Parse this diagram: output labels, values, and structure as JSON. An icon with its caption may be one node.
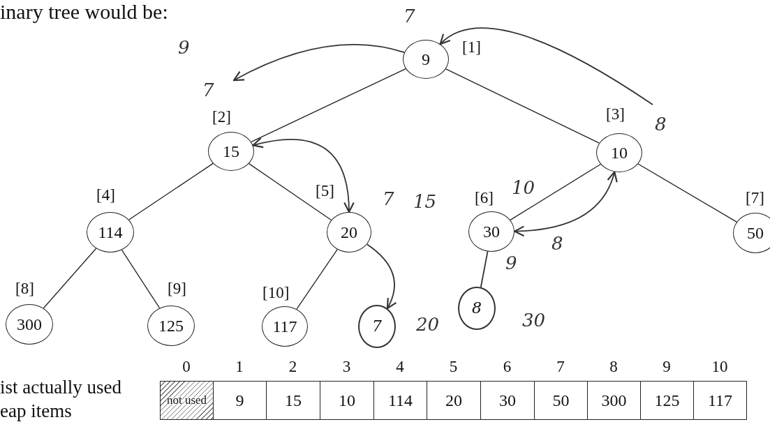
{
  "diagram": {
    "nodes": [
      {
        "text": [
          "9"
        ],
        "beside": [
          "[1]"
        ]
      },
      {
        "text": [
          "15"
        ],
        "beside": [
          "[2]"
        ]
      },
      {
        "text": [
          "10"
        ],
        "beside": [
          "[3]"
        ]
      },
      {
        "text": [
          "114"
        ],
        "beside": [
          "[4]"
        ]
      },
      {
        "text": [
          "20"
        ],
        "beside": [
          "[5]"
        ]
      },
      {
        "text": [
          "30"
        ],
        "beside": [
          "[6]"
        ]
      },
      {
        "text": [
          "50"
        ],
        "beside": [
          "[7]"
        ]
      },
      {
        "text": [
          "300"
        ],
        "beside": [
          "[8]"
        ]
      },
      {
        "text": [
          "125"
        ],
        "beside": [
          "[9]"
        ]
      },
      {
        "text": [
          "117"
        ],
        "beside": [
          "[10]"
        ]
      },
      {
        "text": [
          "7"
        ]
      },
      {
        "text": [
          "8"
        ]
      }
    ],
    "edges": [
      {
        "from": 0,
        "to": 1,
        "arrow": "none"
      },
      {
        "from": 0,
        "to": 2,
        "arrow": "none"
      },
      {
        "from": 1,
        "to": 3,
        "arrow": "none"
      },
      {
        "from": 1,
        "to": 4,
        "arrow": "none"
      },
      {
        "from": 2,
        "to": 5,
        "arrow": "none"
      },
      {
        "from": 2,
        "to": 6,
        "arrow": "none"
      },
      {
        "from": 3,
        "to": 7,
        "arrow": "none"
      },
      {
        "from": 3,
        "to": 8,
        "arrow": "none"
      },
      {
        "from": 4,
        "to": 9,
        "arrow": "none"
      },
      {
        "from": 5,
        "to": 11,
        "arrow": "none"
      },
      {
        "from": 4,
        "to": 10,
        "arrow": "to"
      },
      {
        "from": 1,
        "to": 4,
        "arrow": "both"
      },
      {
        "from": null,
        "to": 0,
        "arrow": "to"
      },
      {
        "from": 0,
        "to": null,
        "arrow": "to"
      },
      {
        "from": 2,
        "to": 5,
        "arrow": "both"
      }
    ],
    "labels": [
      "inary tree would be:",
      "7",
      "9",
      "7",
      "8",
      "7",
      "15",
      "10",
      "8",
      "9",
      "20",
      "30",
      "0",
      "1",
      "2",
      "3",
      "4",
      "5",
      "6",
      "7",
      "8",
      "9",
      "10",
      "ist actually used",
      "not used",
      "9",
      "15",
      "10",
      "114",
      "20",
      "30",
      "50",
      "300",
      "125",
      "117",
      "eap items"
    ]
  }
}
